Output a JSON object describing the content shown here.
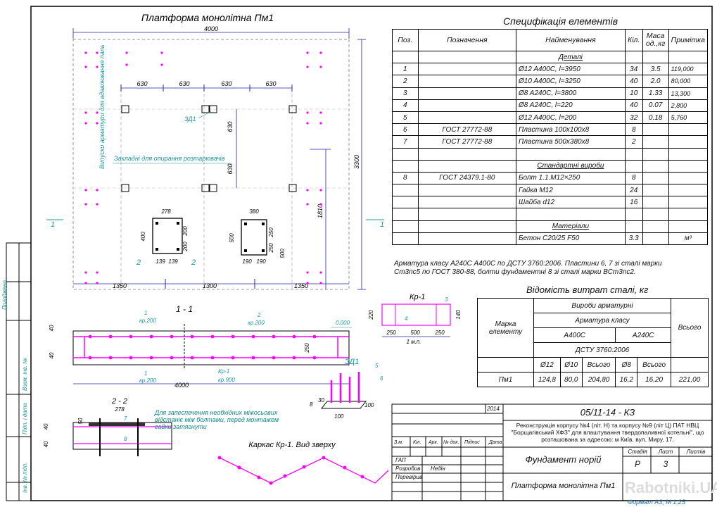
{
  "drawing": {
    "plan_title": "Платформа монолітна Пм1",
    "plan_dims": {
      "total_width": "4000",
      "total_height": "3300",
      "top_spans": [
        "630",
        "630",
        "630",
        "630"
      ],
      "vert_spans": [
        "630",
        "630"
      ],
      "bottom_spans": [
        "1350",
        "1300",
        "1350"
      ],
      "right_dim": "1810",
      "emb1": {
        "w": "278",
        "h": "400",
        "a": "200",
        "b": "200",
        "c": "139",
        "d": "139"
      },
      "emb2": {
        "w": "380",
        "h": "500",
        "a": "250",
        "b": "250",
        "c": "190",
        "d": "190",
        "e": "500"
      }
    },
    "plan_notes": {
      "rebar": "Випуски арматури для вдавлювання паль",
      "embedded": "Закладні для опирання розтарювачів",
      "zd1": "ЗД1"
    },
    "sections": {
      "s1": "1",
      "s2": "2"
    },
    "section_11": {
      "title": "1 - 1",
      "pos1": "1",
      "kr200a": "кр.200",
      "pos2": "2",
      "kr200b": "кр.200",
      "pos1b": "1",
      "kr200c": "кр.200",
      "kr1": "Кр-1",
      "kr900": "кр.900",
      "width": "4000",
      "h1": "40",
      "h2": "40",
      "h_total": "250",
      "level": "0.000"
    },
    "section_22": {
      "title": "2 - 2",
      "w": "278",
      "d50": "50",
      "pos7": "7",
      "pos8": "8",
      "h1": "40",
      "h2": "40",
      "note": "Для запеспечення необхідних міжосьових відстаніє між болтами, перед монтажем гайки затягнути"
    },
    "kr1": {
      "title": "Кр-1",
      "pos3": "3",
      "pos4": "4",
      "h": "220",
      "h2": "140",
      "s1": "250",
      "s2": "500",
      "s3": "250",
      "mp": "1 м.п."
    },
    "zd1": {
      "title": "ЗД1",
      "pos5": "5",
      "pos6": "6",
      "d8": "8",
      "d30": "30",
      "w": "100",
      "w2": "100"
    },
    "karkas": {
      "title": "Каркас Кр-1. Вид зверху"
    }
  },
  "spec": {
    "title": "Специфікація елементів",
    "headers": {
      "pos": "Поз.",
      "des": "Позначення",
      "name": "Найменування",
      "qty": "Кіл.",
      "mass": "Маса од.,кг",
      "note": "Примітка"
    },
    "sec_details": "Деталі",
    "sec_std": "Стандартні вироби",
    "sec_mat": "Матеріали",
    "rows": [
      {
        "pos": "1",
        "des": "",
        "name": "Ø12 A400C, l=3950",
        "qty": "34",
        "mass": "3.5",
        "note": "119,000"
      },
      {
        "pos": "2",
        "des": "",
        "name": "Ø10 A400C, l=3250",
        "qty": "40",
        "mass": "2.0",
        "note": "80,000"
      },
      {
        "pos": "3",
        "des": "",
        "name": "Ø8 A240C, l=3800",
        "qty": "10",
        "mass": "1.33",
        "note": "13,300"
      },
      {
        "pos": "4",
        "des": "",
        "name": "Ø8 A240C, l=220",
        "qty": "40",
        "mass": "0.07",
        "note": "2,800"
      },
      {
        "pos": "5",
        "des": "",
        "name": "Ø12 A400C, l=200",
        "qty": "32",
        "mass": "0.18",
        "note": "5,760"
      },
      {
        "pos": "6",
        "des": "ГОСТ 27772-88",
        "name": "Пластина 100х100х8",
        "qty": "8",
        "mass": "",
        "note": ""
      },
      {
        "pos": "7",
        "des": "ГОСТ 27772-88",
        "name": "Пластина 500х380х8",
        "qty": "2",
        "mass": "",
        "note": ""
      }
    ],
    "std_rows": [
      {
        "pos": "8",
        "des": "ГОСТ 24379.1-80",
        "name": "Болт 1.1.М12×250",
        "qty": "8"
      },
      {
        "pos": "",
        "des": "",
        "name": "Гайка М12",
        "qty": "24"
      },
      {
        "pos": "",
        "des": "",
        "name": "Шайба d12",
        "qty": "16"
      }
    ],
    "mat_row": {
      "name": "Бетон  С20/25 F50",
      "qty": "3.3",
      "note": "м³"
    },
    "footnote": "Арматура класу А240С А400С по ДСТУ 3760:2006. Пластини 6, 7 зі сталі марки Ст3пс5 по ГОСТ 380-88, болти фундаментні 8 зі сталі марки ВСт3пс2."
  },
  "steel": {
    "title": "Відомість витрат сталі, кг",
    "h_products": "Вироби арматурні",
    "h_class": "Арматура класу",
    "h_mark": "Марка елементу",
    "h_a400": "А400С",
    "h_a240": "А240С",
    "h_total": "Всього",
    "h_dstu": "ДСТУ 3760:2006",
    "h_d12": "Ø12",
    "h_d10": "Ø10",
    "h_sum1": "Всього",
    "h_d8": "Ø8",
    "h_sum2": "Всього",
    "row": {
      "mark": "Пм1",
      "d12": "124,8",
      "d10": "80,0",
      "sum1": "204,80",
      "d8": "16,2",
      "sum2": "16,20",
      "total": "221,00"
    }
  },
  "stamp": {
    "year": "2014",
    "code": "05/11-14 - КЗ",
    "project": "Реконструкція корпусу №4 (літ. Н) та корпусу №9 (літ Ц) ПАТ  НВЦ \"Борщагівський ХФЗ\" для влаштування твердопаливної котельні\", що розташована за адресою: м Київ, вул. Миру, 17.",
    "cols": {
      "zm": "З.м.",
      "kil": "Кіл.",
      "ark": "Арк.",
      "ndok": "№ док.",
      "pidpys": "Підпис",
      "data": "Дата"
    },
    "roles": [
      {
        "role": "ГАП",
        "name": ""
      },
      {
        "role": "Розробив",
        "name": "Недін"
      },
      {
        "role": "Перевірив",
        "name": ""
      }
    ],
    "sheet_title": "Фундамент норій",
    "drawing_title": "Платформа монолітна Пм1",
    "stage_h": "Стадія",
    "sheet_h": "Лист",
    "sheets_h": "Листів",
    "stage": "Р",
    "sheet": "3",
    "sheets": "",
    "format": "Формат А3; М 1:25",
    "side": [
      "Погоджено",
      "Взам. інв. №",
      "Підп. і дата",
      "Інв. № підп."
    ],
    "watermark": "Rabotniki.UA"
  },
  "colors": {
    "magenta": "#ff00ff",
    "teal": "#1a9a9a",
    "blue": "#2222aa",
    "ink": "#111111"
  }
}
